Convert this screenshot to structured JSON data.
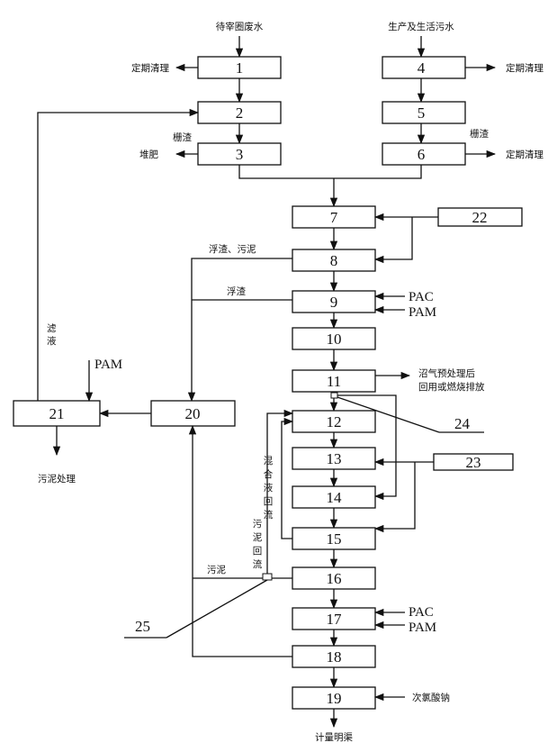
{
  "sources": {
    "slaughter_wastewater": "待宰圈废水",
    "domestic_sewage": "生产及生活污水"
  },
  "units": {
    "u1": "1",
    "u2": "2",
    "u3": "3",
    "u4": "4",
    "u5": "5",
    "u6": "6",
    "u7": "7",
    "u8": "8",
    "u9": "9",
    "u10": "10",
    "u11": "11",
    "u12": "12",
    "u13": "13",
    "u14": "14",
    "u15": "15",
    "u16": "16",
    "u17": "17",
    "u18": "18",
    "u19": "19",
    "u20": "20",
    "u21": "21",
    "u22": "22",
    "u23": "23",
    "u24": "24",
    "u25": "25"
  },
  "labels": {
    "clean_regular_1": "定期清理",
    "clean_regular_4": "定期清理",
    "clean_regular_6": "定期清理",
    "screen_residue_3": "栅渣",
    "screen_residue_6": "栅渣",
    "compost": "堆肥",
    "scum_sludge": "浮渣、污泥",
    "scum": "浮渣",
    "filtrate": "滤液",
    "sludge_disposal": "污泥处理",
    "biogas": "沼气预处理后回用或燃烧排放",
    "biogas_line1": "沼气预处理后",
    "biogas_line2": "回用或燃烧排放",
    "mixed_liquor_return": "混合液回流",
    "sludge_return": "污泥回流",
    "sludge": "污泥",
    "sodium_hypochlorite": "次氯酸钠",
    "outlet": "计量明渠"
  },
  "chemicals": {
    "pac_9": "PAC",
    "pam_9": "PAM",
    "pam_21": "PAM",
    "pac_17": "PAC",
    "pam_17": "PAM"
  }
}
